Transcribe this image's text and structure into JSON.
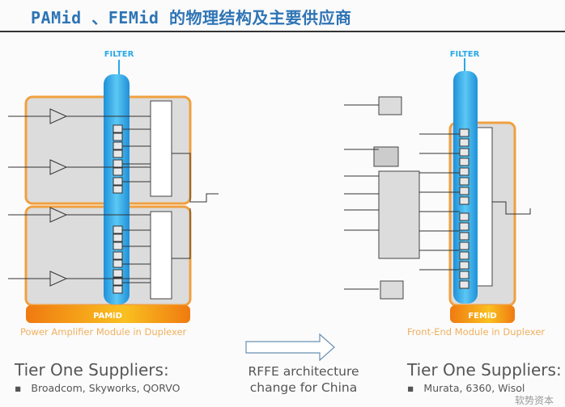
{
  "title": "PAMid 、FEMid 的物理结构及主要供应商",
  "left": {
    "filter_label": "FILTER",
    "module_label": "PAMiD",
    "caption": "Power Amplifier Module in Duplexer",
    "tier_heading": "Tier One Suppliers:",
    "suppliers": "Broadcom, Skyworks, QORVO"
  },
  "right": {
    "filter_label": "FILTER",
    "module_label": "FEMiD",
    "caption": "Front-End Module in Duplexer",
    "tier_heading": "Tier One Suppliers:",
    "suppliers": "Murata, 6360, Wisol"
  },
  "middle": {
    "line1": "RFFE architecture",
    "line2": "change for China"
  },
  "watermark": "软势资本",
  "colors": {
    "title": "#2e74b5",
    "module_border": "#f0a040",
    "filter": "#29a9e6",
    "module_bar": "#f39c12"
  }
}
